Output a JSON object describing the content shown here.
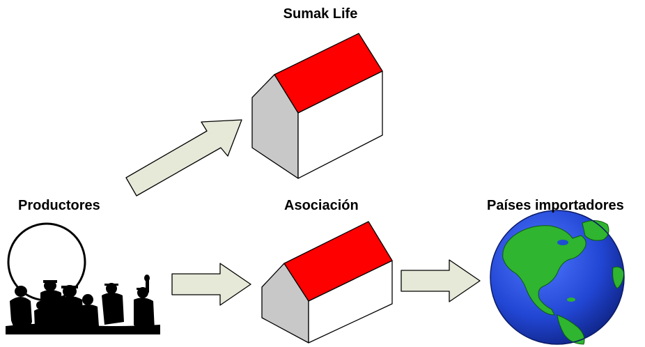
{
  "labels": {
    "sumak_life": "Sumak Life",
    "productores": "Productores",
    "asociacion": "Asociación",
    "paises_importadores": "Países importadores"
  },
  "colors": {
    "roof": "#ff0000",
    "wall_side": "#c8c8c8",
    "wall_front": "#ffffff",
    "arrow_fill": "#e6e9d8",
    "ocean": "#2a49d8",
    "land": "#2fb52f",
    "silhouette": "#000000"
  },
  "icons": {
    "producers": "people-silhouette-icon",
    "organization": "house-icon",
    "world": "globe-icon"
  }
}
